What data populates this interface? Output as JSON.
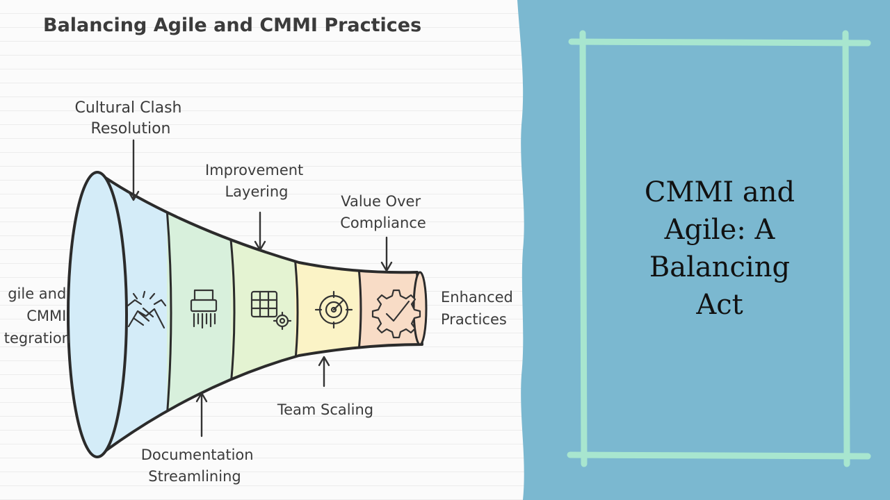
{
  "diagram": {
    "title": "Balancing Agile and CMMI Practices",
    "entry_label": [
      "gile and",
      "CMMI",
      "tegration"
    ],
    "exit_label": [
      "Enhanced",
      "Practices"
    ],
    "labels": {
      "cultural": [
        "Cultural Clash",
        "Resolution"
      ],
      "improvement": [
        "Improvement",
        "Layering"
      ],
      "value": [
        "Value Over",
        "Compliance"
      ],
      "documentation": [
        "Documentation",
        "Streamlining"
      ],
      "team": [
        "Team Scaling"
      ]
    },
    "stages": [
      {
        "icon": "handshake-icon",
        "color": "#d4ecf8"
      },
      {
        "icon": "shredder-icon",
        "color": "#d8f0dc"
      },
      {
        "icon": "grid-gear-icon",
        "color": "#e4f3d2"
      },
      {
        "icon": "target-icon",
        "color": "#fbf3c6"
      },
      {
        "icon": "gear-check-icon",
        "color": "#f8dcc6"
      }
    ]
  },
  "side": {
    "title_lines": [
      "CMMI and",
      "Agile: A",
      "Balancing",
      "Act"
    ]
  },
  "colors": {
    "side_background": "#7bb8d0",
    "frame": "#a8e6cf"
  }
}
